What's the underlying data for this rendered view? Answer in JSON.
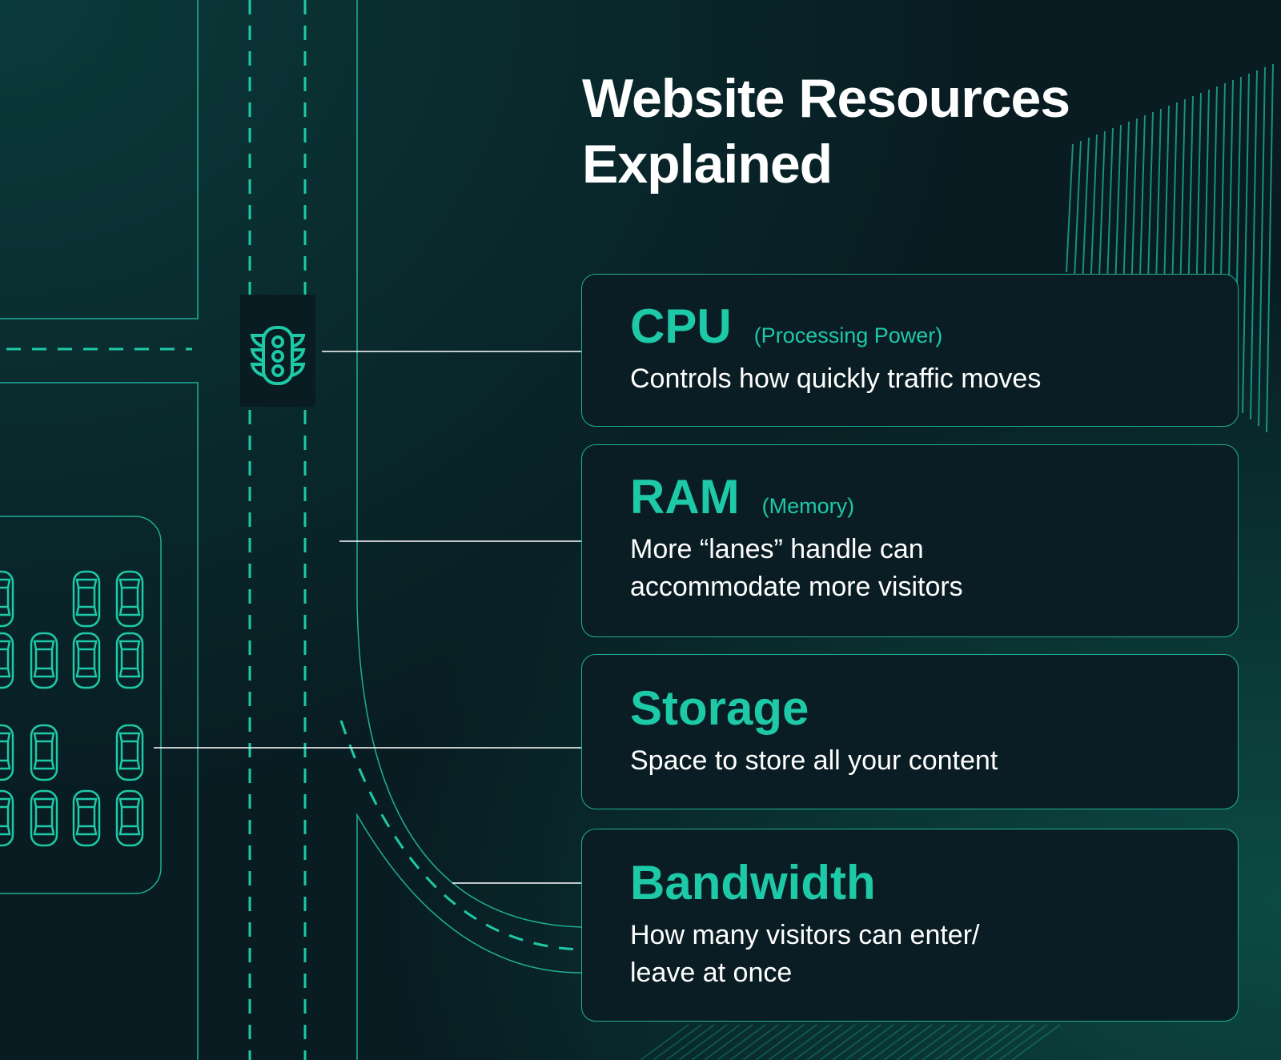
{
  "title_line1": "Website Resources",
  "title_line2": "Explained",
  "colors": {
    "accent": "#1ec9a8",
    "background": "#081c22",
    "text": "#ffffff"
  },
  "cards": [
    {
      "heading": "CPU",
      "subheading": "(Processing Power)",
      "description": "Controls how quickly traffic moves",
      "icon": "traffic-light-icon"
    },
    {
      "heading": "RAM",
      "subheading": "(Memory)",
      "description_line1": "More “lanes” handle can",
      "description_line2": "accommodate more visitors",
      "icon": "road-lanes-icon"
    },
    {
      "heading": "Storage",
      "description": "Space to store all your content",
      "icon": "parking-lot-icon"
    },
    {
      "heading": "Bandwidth",
      "description_line1": "How many visitors can enter/",
      "description_line2": "leave at once",
      "icon": "road-ramp-icon"
    }
  ]
}
